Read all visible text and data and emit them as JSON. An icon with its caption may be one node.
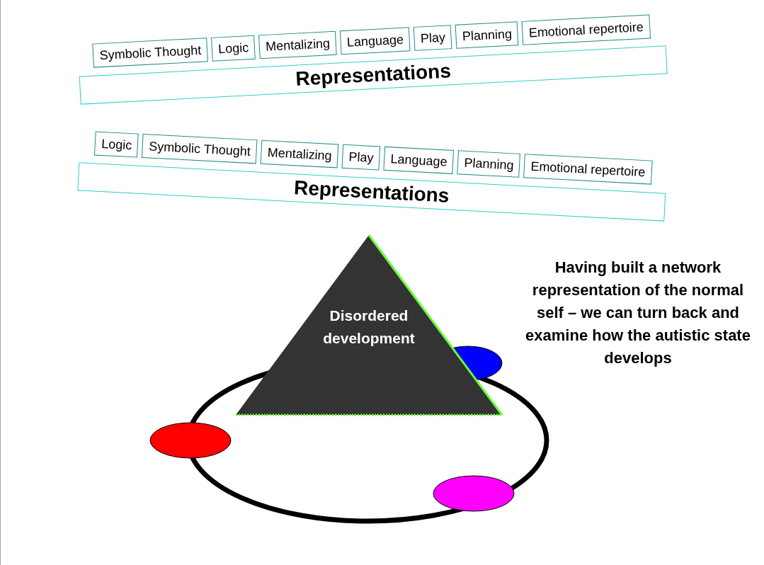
{
  "diagram": {
    "nodes": [
      {
        "text": [
          "Representations"
        ]
      },
      {
        "text": [
          "Symbolic Thought"
        ]
      },
      {
        "text": [
          "Logic"
        ]
      },
      {
        "text": [
          "Mentalizing"
        ]
      },
      {
        "text": [
          "Language"
        ]
      },
      {
        "text": [
          "Play"
        ]
      },
      {
        "text": [
          "Planning"
        ]
      },
      {
        "text": [
          "Emotional repertoire"
        ]
      },
      {
        "text": [
          "Representations"
        ]
      },
      {
        "text": [
          "Logic"
        ]
      },
      {
        "text": [
          "Symbolic Thought"
        ]
      },
      {
        "text": [
          "Mentalizing"
        ]
      },
      {
        "text": [
          "Play"
        ]
      },
      {
        "text": [
          "Language"
        ]
      },
      {
        "text": [
          "Planning"
        ]
      },
      {
        "text": [
          "Emotional repertoire"
        ]
      },
      {
        "text": [
          "Disordered development"
        ]
      }
    ],
    "edges": [],
    "labels": [
      "Having built a network representation of the normal self – we can turn back and examine how the autistic state develops"
    ]
  }
}
